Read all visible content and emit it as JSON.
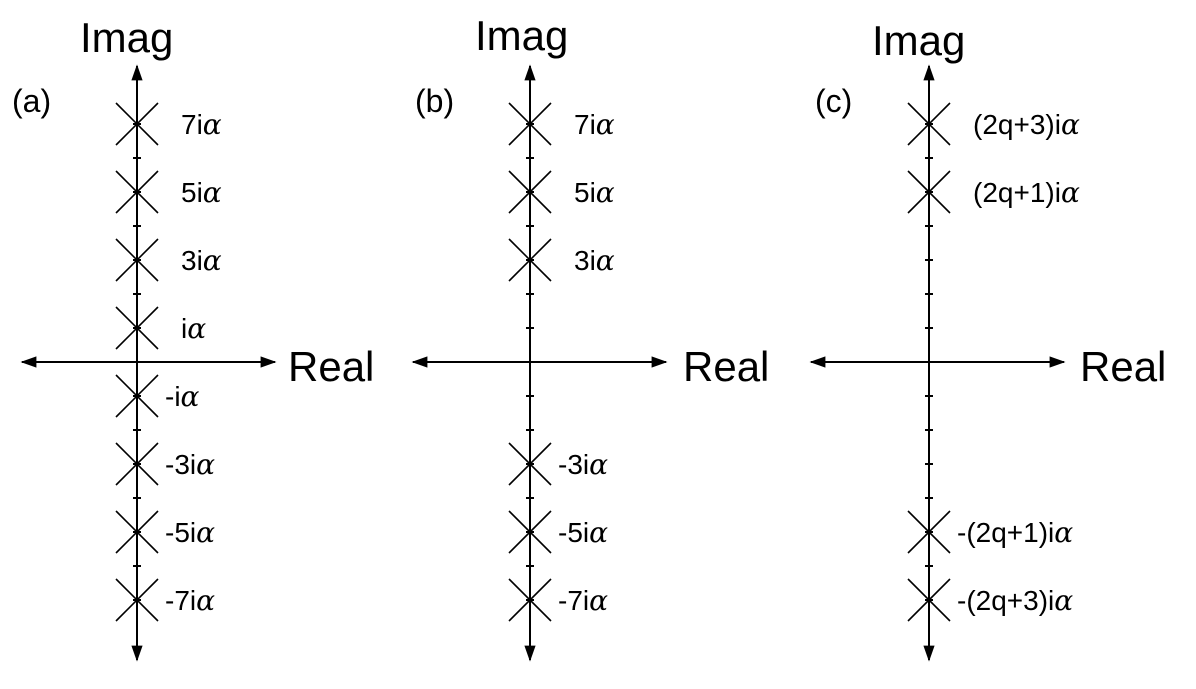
{
  "colors": {
    "ink": "#000000",
    "background": "#ffffff"
  },
  "panels": [
    {
      "label": "(a)",
      "imag_axis_label": "Imag",
      "real_axis_label": "Real",
      "ticks": [
        -7,
        -6,
        -5,
        -4,
        -3,
        -2,
        -1,
        1,
        2,
        3,
        4,
        5,
        6,
        7
      ],
      "poles": [
        {
          "level": 7,
          "coef": "7i",
          "symbol": "α"
        },
        {
          "level": 5,
          "coef": "5i",
          "symbol": "α"
        },
        {
          "level": 3,
          "coef": "3i",
          "symbol": "α"
        },
        {
          "level": 1,
          "coef": "i",
          "symbol": "α"
        },
        {
          "level": -1,
          "coef": "-i",
          "symbol": "α"
        },
        {
          "level": -3,
          "coef": "-3i",
          "symbol": "α"
        },
        {
          "level": -5,
          "coef": "-5i",
          "symbol": "α"
        },
        {
          "level": -7,
          "coef": "-7i",
          "symbol": "α"
        }
      ]
    },
    {
      "label": "(b)",
      "imag_axis_label": "Imag",
      "real_axis_label": "Real",
      "ticks": [
        -7,
        -6,
        -5,
        -4,
        -3,
        -2,
        -1,
        1,
        2,
        3,
        4,
        5,
        6,
        7
      ],
      "poles": [
        {
          "level": 7,
          "coef": "7i",
          "symbol": "α"
        },
        {
          "level": 5,
          "coef": "5i",
          "symbol": "α"
        },
        {
          "level": 3,
          "coef": "3i",
          "symbol": "α"
        },
        {
          "level": -3,
          "coef": "-3i",
          "symbol": "α"
        },
        {
          "level": -5,
          "coef": "-5i",
          "symbol": "α"
        },
        {
          "level": -7,
          "coef": "-7i",
          "symbol": "α"
        }
      ]
    },
    {
      "label": "(c)",
      "imag_axis_label": "Imag",
      "real_axis_label": "Real",
      "ticks": [
        -7,
        -6,
        -5,
        -4,
        -3,
        -2,
        -1,
        1,
        2,
        3,
        4,
        5,
        6,
        7
      ],
      "poles": [
        {
          "level": 7,
          "coef": "(2q+3)i",
          "symbol": "α"
        },
        {
          "level": 5,
          "coef": "(2q+1)i",
          "symbol": "α"
        },
        {
          "level": -5,
          "coef": "-(2q+1)i",
          "symbol": "α"
        },
        {
          "level": -7,
          "coef": "-(2q+3)i",
          "symbol": "α"
        }
      ]
    }
  ]
}
